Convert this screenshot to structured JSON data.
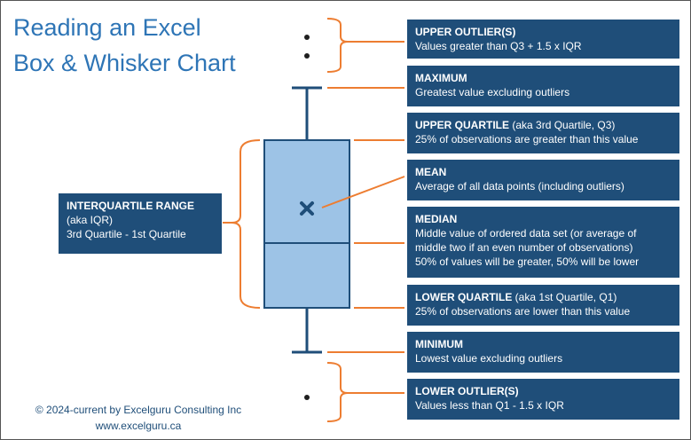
{
  "title": {
    "line1": "Reading an Excel",
    "line2": "Box & Whisker Chart"
  },
  "iqr_box": {
    "heading": "INTERQUARTILE RANGE",
    "line1": "(aka IQR)",
    "line2": "3rd Quartile - 1st Quartile"
  },
  "labels": {
    "upper_outliers": {
      "heading": "UPPER OUTLIER(S)",
      "desc": "Values greater than Q3 + 1.5 x  IQR"
    },
    "maximum": {
      "heading": "MAXIMUM",
      "desc": "Greatest value excluding outliers"
    },
    "upper_quartile": {
      "heading": "UPPER QUARTILE",
      "sub": " (aka 3rd Quartile, Q3)",
      "desc": "25% of observations are greater than this value"
    },
    "mean": {
      "heading": "MEAN",
      "desc": "Average of all data points (including outliers)"
    },
    "median": {
      "heading": "MEDIAN",
      "desc1": "Middle value of ordered data set (or average of",
      "desc2": "middle two if an even number of observations)",
      "desc3": "50% of values will be greater, 50% will be lower"
    },
    "lower_quartile": {
      "heading": "LOWER QUARTILE",
      "sub": " (aka 1st Quartile, Q1)",
      "desc": "25% of observations are lower than this value"
    },
    "minimum": {
      "heading": "MINIMUM",
      "desc": "Lowest value excluding outliers"
    },
    "lower_outliers": {
      "heading": "LOWER OUTLIER(S)",
      "desc": "Values less than Q1 - 1.5 x IQR"
    }
  },
  "footer": {
    "copyright": "© 2024-current by Excelguru Consulting Inc",
    "url": "www.excelguru.ca"
  },
  "colors": {
    "title": "#2e75b6",
    "label_bg": "#1f4e79",
    "label_text": "#ffffff",
    "box_fill": "#9dc3e6",
    "box_stroke": "#1f4e79",
    "connector": "#ed7d31"
  }
}
